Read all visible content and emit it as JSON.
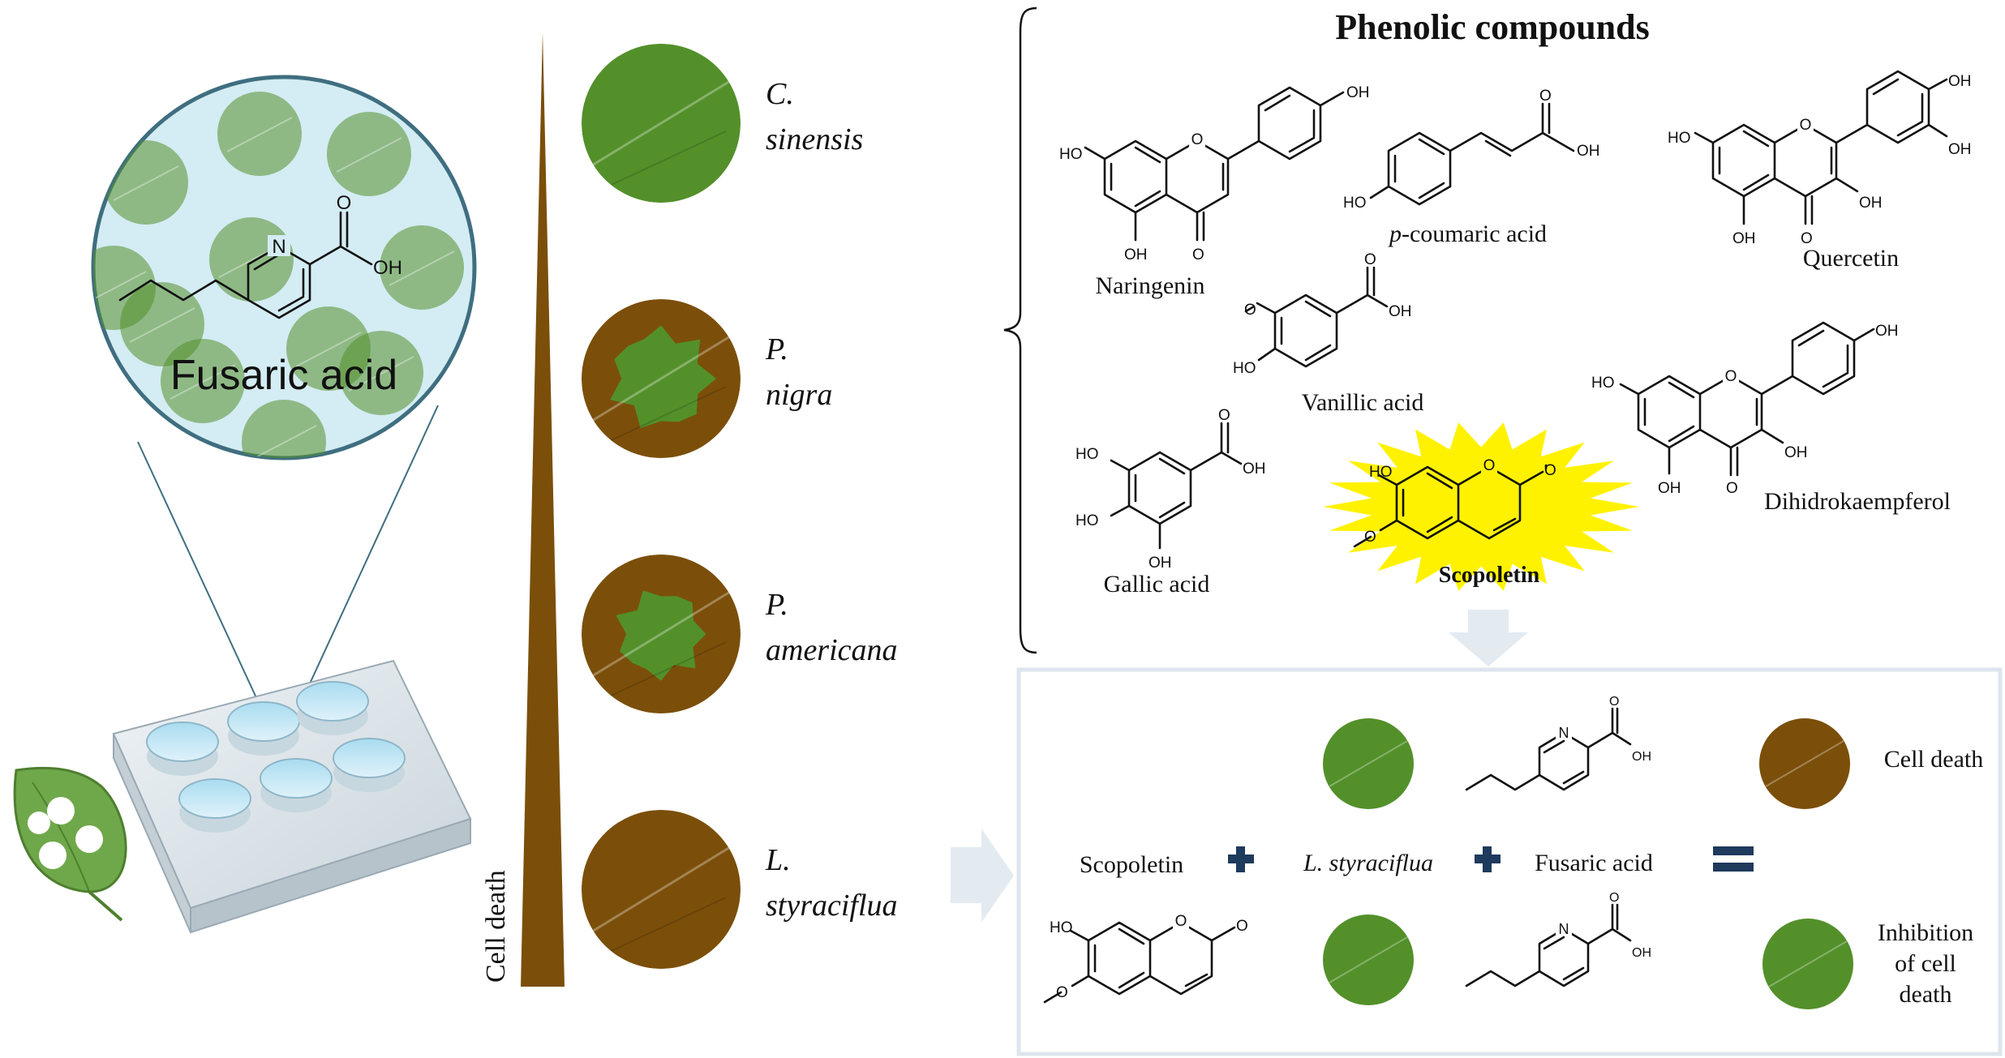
{
  "colors": {
    "leaf_green": "#53902a",
    "dead_brown": "#7b4f0a",
    "lens_fill": "#d4ecf3",
    "lens_stroke": "#3f6e80",
    "panel_border": "#dde6ee",
    "arrow_fill": "#e3ebf1",
    "plus_color": "#1e3a5c",
    "star_fill": "#fff200"
  },
  "left_panel": {
    "lens_label": "Fusaric acid",
    "lens_atom_n": "N",
    "lens_atom_o": "O",
    "lens_atom_oh": "OH"
  },
  "gradient": {
    "label": "Cell death"
  },
  "species": [
    {
      "line1": "C.",
      "line2": "sinensis",
      "state": "healthy",
      "lesion": 0.0
    },
    {
      "line1": "P.",
      "line2": "nigra",
      "state": "partial",
      "lesion": 0.55
    },
    {
      "line1": "P.",
      "line2": "americana",
      "state": "partial",
      "lesion": 0.7
    },
    {
      "line1": "L.",
      "line2": "styraciflua",
      "state": "dead",
      "lesion": 1.0
    }
  ],
  "phenolics": {
    "title": "Phenolic compounds",
    "compounds": {
      "naringenin": "Naringenin",
      "p_coumaric_italic": "p",
      "p_coumaric_rest": "-coumaric acid",
      "quercetin": "Quercetin",
      "vanillic": "Vanillic acid",
      "gallic": "Gallic acid",
      "scopoletin": "Scopoletin",
      "dihidrokaempferol": "Dihidrokaempferol"
    },
    "atoms": {
      "ho": "HO",
      "oh": "OH",
      "o": "O",
      "n": "N"
    }
  },
  "equation": {
    "term1": "Scopoletin",
    "term2": "L. styraciflua",
    "term3": "Fusaric acid",
    "result_top": "Cell death",
    "result_bottom_lines": [
      "Inhibition",
      "of cell",
      "death"
    ]
  }
}
